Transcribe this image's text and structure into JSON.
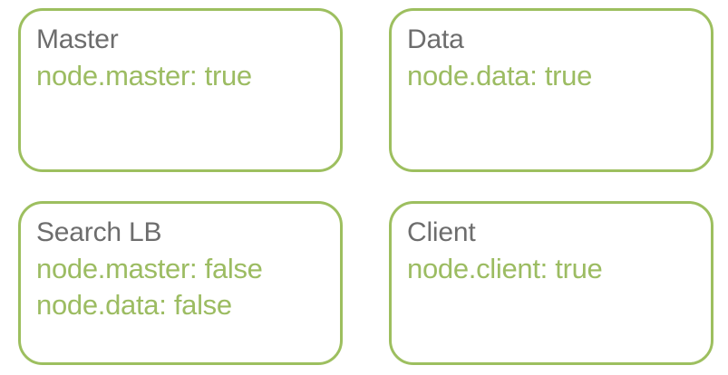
{
  "diagram": {
    "background_color": "#ffffff",
    "border_color": "#9dbf5f",
    "title_color": "#6d6d6d",
    "property_color": "#9cbc62",
    "cards": [
      {
        "title": "Master",
        "properties": [
          "node.master: true"
        ]
      },
      {
        "title": "Data",
        "properties": [
          "node.data: true"
        ]
      },
      {
        "title": "Search LB",
        "properties": [
          "node.master: false",
          "node.data: false"
        ]
      },
      {
        "title": "Client",
        "properties": [
          "node.client: true"
        ]
      }
    ]
  }
}
